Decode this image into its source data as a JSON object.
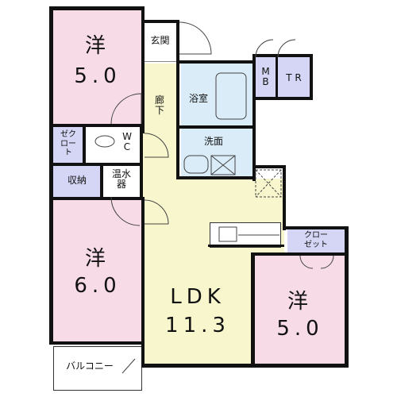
{
  "rooms": {
    "western_1": {
      "name": "洋",
      "size": "5.0"
    },
    "western_2": {
      "name": "洋",
      "size": "6.0"
    },
    "western_3": {
      "name": "洋",
      "size": "5.0"
    },
    "ldk": {
      "name": "LDK",
      "size": "11.3"
    },
    "entrance": "玄関",
    "hallway": "廊\n下",
    "bath": "浴室",
    "washroom": "洗面",
    "mb": "M\nB",
    "tr": "T R",
    "closet_small": "ゼク\nロー\nト",
    "wc": "W\nC",
    "storage": "収納",
    "water_heater": "温水\n器",
    "closet_3": "クロー\nゼット",
    "balcony": "バルコニー"
  },
  "colors": {
    "western": "#f7dbe6",
    "ldk": "#f7f6cd",
    "wet": "#d9ecf8",
    "storage": "#d5d5f5",
    "white": "#ffffff",
    "wall": "#111111"
  }
}
